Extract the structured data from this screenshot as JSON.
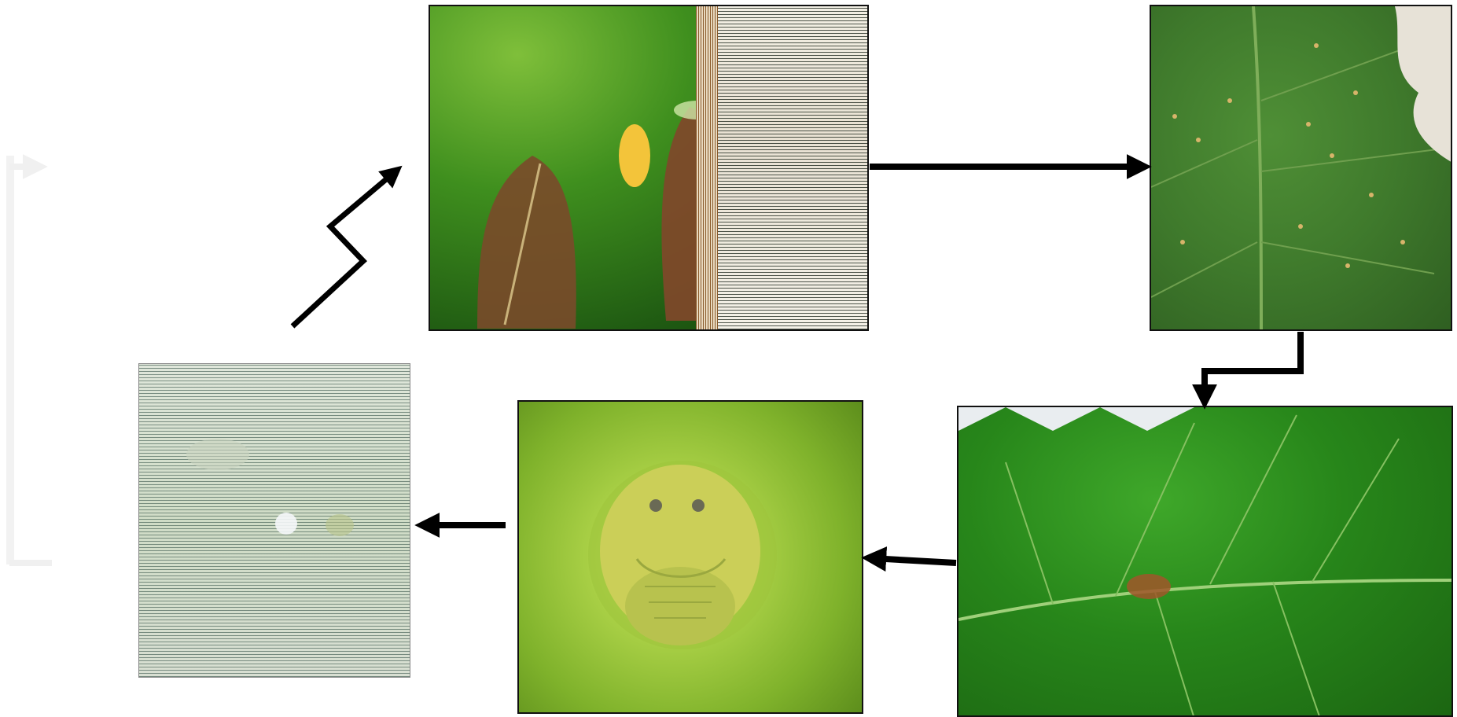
{
  "figure": {
    "panels": [
      {
        "id": "adult",
        "depicts": "adult-on-leaf-buds"
      },
      {
        "id": "eggs",
        "depicts": "leaf-underside-with-eggs"
      },
      {
        "id": "leaf-damage",
        "depicts": "leaf-with-brown-spot"
      },
      {
        "id": "nymph",
        "depicts": "nymph-closeup"
      },
      {
        "id": "exuvia",
        "depicts": "faded-exuvia"
      }
    ],
    "arrow_color": "#000000",
    "cycle_arrow_color": "#f0f0f0"
  }
}
